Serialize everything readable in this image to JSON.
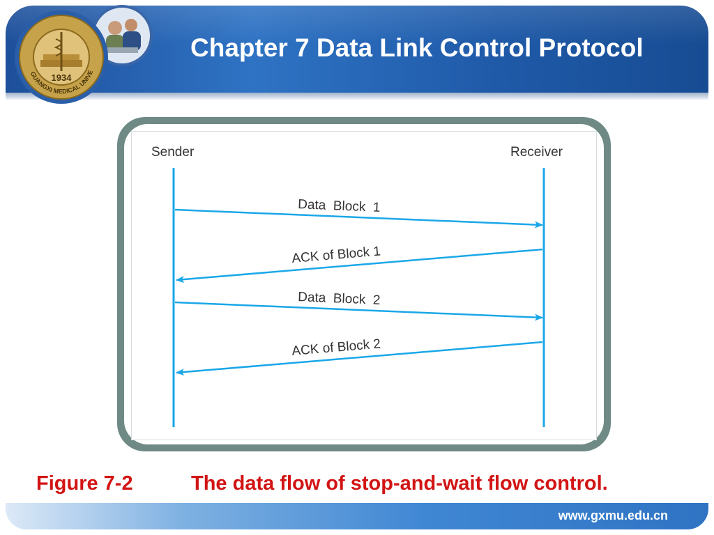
{
  "slide": {
    "title": "Chapter 7 Data Link Control Protocol",
    "caption_number": "Figure 7-2",
    "caption_text": "The data flow of stop-and-wait flow control.",
    "footer_url": "www.gxmu.edu.cn"
  },
  "logo": {
    "seal_text": "GUANGXI MEDICAL UNIVERSITY",
    "seal_year": "1934"
  },
  "diagram": {
    "sender_label": "Sender",
    "receiver_label": "Receiver",
    "messages": [
      {
        "label": "Data  Block  1",
        "direction": "sender-to-receiver"
      },
      {
        "label": "ACK of Block 1",
        "direction": "receiver-to-sender"
      },
      {
        "label": "Data  Block  2",
        "direction": "sender-to-receiver"
      },
      {
        "label": "ACK of Block 2",
        "direction": "receiver-to-sender"
      }
    ]
  },
  "colors": {
    "header": "#2f73c4",
    "arrow": "#1aa7e8",
    "caption": "#d21414",
    "frame": "#6f8a84"
  }
}
